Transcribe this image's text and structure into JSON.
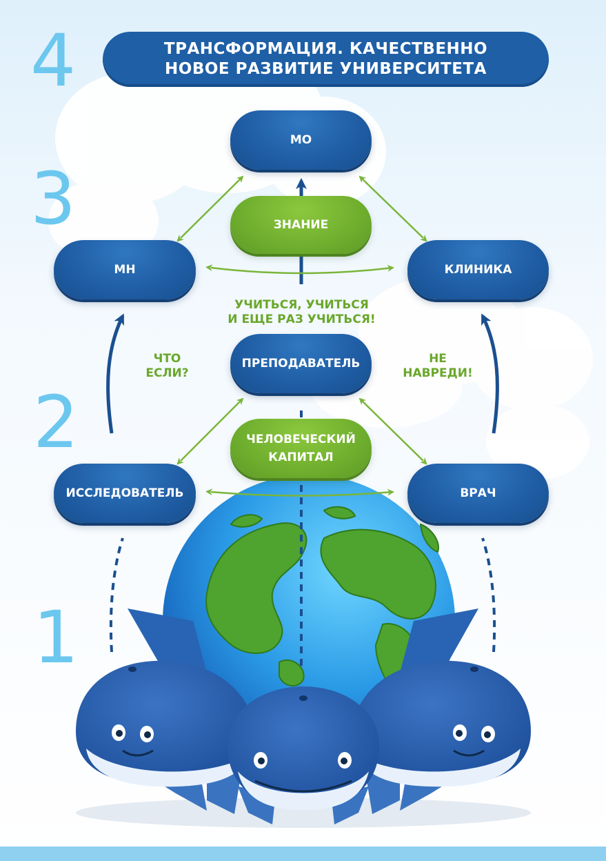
{
  "title": {
    "line1": "ТРАНСФОРМАЦИЯ. КАЧЕСТВЕННО",
    "line2": "НОВОЕ РАЗВИТИЕ УНИВЕРСИТЕТА"
  },
  "levels": [
    "1",
    "2",
    "3",
    "4"
  ],
  "nodes": {
    "mo": "МО",
    "mn": "МН",
    "clinic": "КЛИНИКА",
    "teacher": "ПРЕПОДАВАТЕЛЬ",
    "researcher": "ИССЛЕДОВАТЕЛЬ",
    "doctor": "ВРАЧ"
  },
  "concepts": {
    "knowledge": "ЗНАНИЕ",
    "human_capital_1": "ЧЕЛОВЕЧЕСКИЙ",
    "human_capital_2": "КАПИТАЛ"
  },
  "slogans": {
    "learn_1": "УЧИТЬСЯ, УЧИТЬСЯ",
    "learn_2": "И ЕЩЕ РАЗ УЧИТЬСЯ!",
    "what_if_1": "ЧТО",
    "what_if_2": "ЕСЛИ?",
    "no_harm_1": "НЕ",
    "no_harm_2": "НАВРЕДИ!"
  },
  "colors": {
    "node_blue": "#1f5ca3",
    "concept_green": "#72b230",
    "level_number": "#6cc7ef",
    "arrow_green": "#7ab53a",
    "arrow_blue": "#1b4f8f"
  },
  "illustration": {
    "globe": "earth-globe",
    "whales": "three-cartoon-whales"
  }
}
